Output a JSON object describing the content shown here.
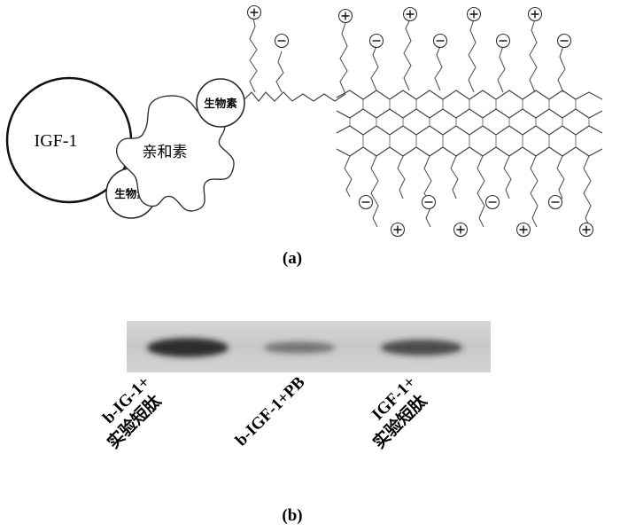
{
  "panel_a": {
    "label": "(a)",
    "igf_label": "IGF-1",
    "avidin_label": "亲和素",
    "biotin_label_1": "生物素",
    "biotin_label_2": "生物素"
  },
  "panel_b": {
    "label": "(b)",
    "lanes": [
      {
        "line1": "b-IG-1+",
        "line2": "实验短肽",
        "band_intensity": 0.95
      },
      {
        "line1": "b-IGF-1+PB",
        "line2": "",
        "band_intensity": 0.35
      },
      {
        "line1": "IGF-1+",
        "line2": "实验短肽",
        "band_intensity": 0.7
      }
    ]
  },
  "colors": {
    "gel_background": "#cfcfcf",
    "band": "#262626"
  }
}
